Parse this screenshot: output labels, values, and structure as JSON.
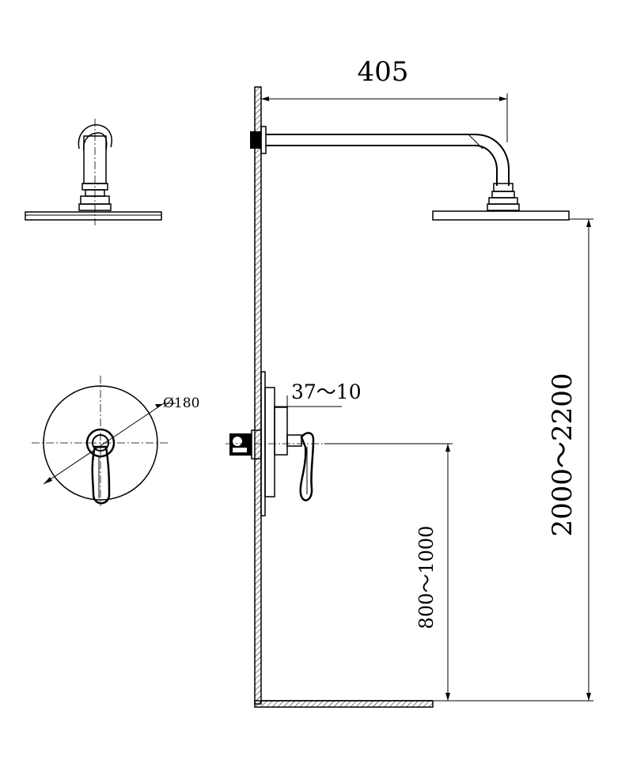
{
  "dimensions": {
    "arm_length": "405",
    "wall_offset": "37～10",
    "diameter": "Ø180",
    "head_height": "2000～2200",
    "valve_height": "800～1000"
  },
  "colors": {
    "line": "#000000",
    "background": "#ffffff"
  }
}
